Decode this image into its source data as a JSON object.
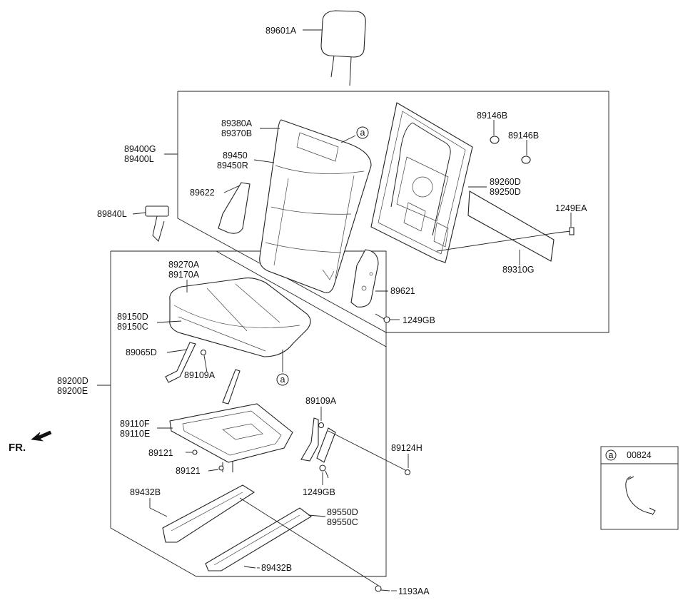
{
  "labels": {
    "headrest": "89601A",
    "back_cover_1": "89380A",
    "back_cover_2": "89370B",
    "back_assy_1": "89400G",
    "back_assy_2": "89400L",
    "back_pad_1": "89450",
    "back_pad_2": "89450R",
    "cover_left": "89622",
    "belt_buckle": "89840L",
    "grommet_1": "89146B",
    "grommet_2": "89146B",
    "back_frame_1": "89260D",
    "back_frame_2": "89250D",
    "screw_ea": "1249EA",
    "board": "89310G",
    "cover_right": "89621",
    "bolt_gb_1": "1249GB",
    "cushion_cover_1": "89270A",
    "cushion_cover_2": "89170A",
    "cushion_pad_1": "89150D",
    "cushion_pad_2": "89150C",
    "bracket_d": "89065D",
    "nut_a_1": "89109A",
    "cushion_assy_1": "89200D",
    "cushion_assy_2": "89200E",
    "nut_a_2": "89109A",
    "cushion_frame_1": "89110F",
    "cushion_frame_2": "89110E",
    "clip_1": "89121",
    "clip_2": "89121",
    "bolt_h": "89124H",
    "bolt_gb_2": "1249GB",
    "bolt_b_1": "89432B",
    "track_1": "89550D",
    "track_2": "89550C",
    "bolt_b_2": "89432B",
    "bolt_aa": "1193AA",
    "fr": "FR.",
    "ref_a1": "a",
    "ref_a2": "a",
    "inset_ref": "a",
    "inset_part": "00824"
  }
}
